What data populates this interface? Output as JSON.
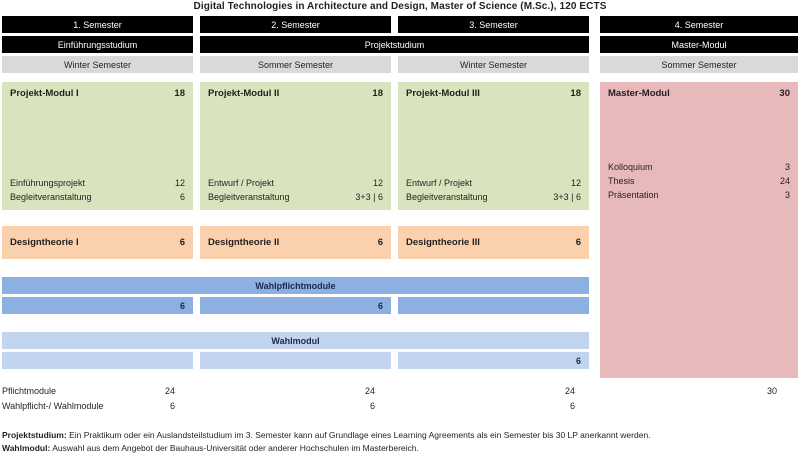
{
  "title": "Digital Technologies in Architecture and Design, Master of Science (M.Sc.), 120 ECTS",
  "colors": {
    "project_module": "#d8e4be",
    "master_module": "#e7b9bb",
    "design_theory": "#fbd1ad",
    "compulsory_elective": "#8cb0e0",
    "elective": "#c3d5ee",
    "header_bar": "#000000",
    "season_bar": "#d9d9d9"
  },
  "semesters": [
    {
      "label": "1. Semester"
    },
    {
      "label": "2. Semester"
    },
    {
      "label": "3. Semester"
    },
    {
      "label": "4. Semester"
    }
  ],
  "study_phases": [
    {
      "label": "Einführungsstudium",
      "span": 1
    },
    {
      "label": "Projektstudium",
      "span": 2
    },
    {
      "label": "Master-Modul",
      "span": 1
    }
  ],
  "seasons": [
    {
      "label": "Winter Semester"
    },
    {
      "label": "Sommer Semester"
    },
    {
      "label": "Winter Semester"
    },
    {
      "label": "Sommer Semester"
    }
  ],
  "main_modules": [
    {
      "name": "Projekt-Modul I",
      "credits": "18",
      "rows": [
        {
          "label": "Einführungsprojekt",
          "credits": "12"
        },
        {
          "label": "Begleitveranstaltung",
          "credits": "6"
        }
      ]
    },
    {
      "name": "Projekt-Modul II",
      "credits": "18",
      "rows": [
        {
          "label": "Entwurf / Projekt",
          "credits": "12"
        },
        {
          "label": "Begleitveranstaltung",
          "credits": "3+3 | 6"
        }
      ]
    },
    {
      "name": "Projekt-Modul III",
      "credits": "18",
      "rows": [
        {
          "label": "Entwurf / Projekt",
          "credits": "12"
        },
        {
          "label": "Begleitveranstaltung",
          "credits": "3+3 | 6"
        }
      ]
    },
    {
      "name": "Master-Modul",
      "credits": "30",
      "rows": [
        {
          "label": "Kolloquium",
          "credits": "3"
        },
        {
          "label": "Thesis",
          "credits": "24"
        },
        {
          "label": "Präsentation",
          "credits": "3"
        }
      ]
    }
  ],
  "design_theory": [
    {
      "name": "Designtheorie I",
      "credits": "6"
    },
    {
      "name": "Designtheorie II",
      "credits": "6"
    },
    {
      "name": "Designtheorie III",
      "credits": "6"
    }
  ],
  "compulsory_elective": {
    "heading": "Wahlpflichtmodule",
    "values": [
      "6",
      "6",
      ""
    ]
  },
  "elective": {
    "heading": "Wahlmodul",
    "values": [
      "",
      "",
      "6"
    ]
  },
  "summary": [
    {
      "label": "Pflichtmodule",
      "values": [
        "24",
        "24",
        "24",
        "30"
      ]
    },
    {
      "label": "Wahlpflicht-/ Wahlmodule",
      "values": [
        "6",
        "6",
        "6",
        ""
      ]
    }
  ],
  "footnotes": [
    {
      "term": "Projektstudium:",
      "text": " Ein Praktikum oder ein Auslandsteilstudium im 3. Semester kann auf Grundlage eines Learning Agreements als ein Semester bis 30 LP anerkannt werden."
    },
    {
      "term": "Wahlmodul:",
      "text": " Auswahl aus dem Angebot der Bauhaus-Universität oder anderer Hochschulen im Masterbereich."
    }
  ]
}
